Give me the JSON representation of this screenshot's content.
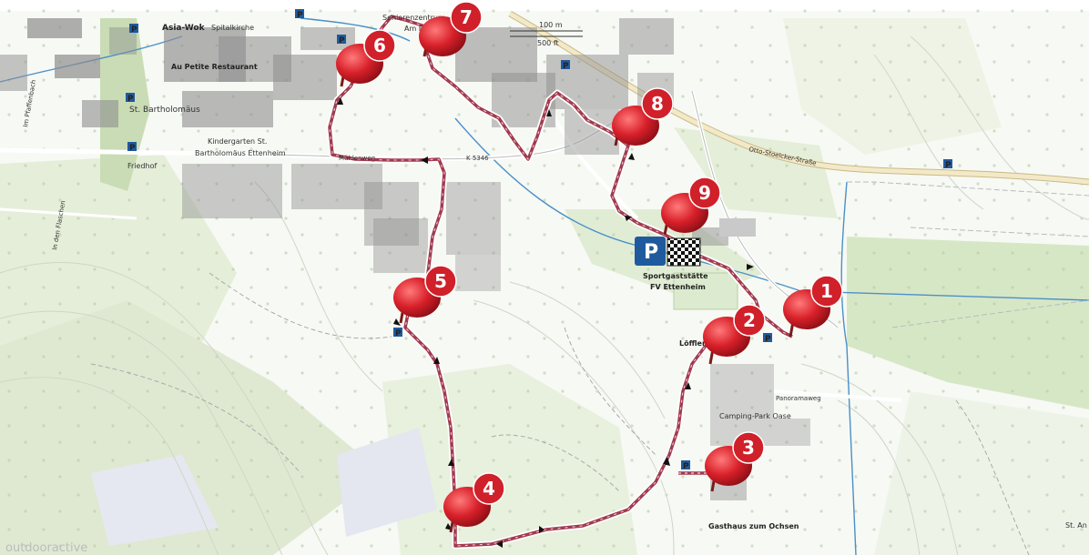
{
  "map": {
    "colors": {
      "route": "#a23a4e",
      "pin": "#d0202a",
      "parking": "#1f5a9e",
      "water": "#4a90c8",
      "forest": "#dbe9c9",
      "meadow": "#eef4e6",
      "road_major": "#d8c79a",
      "building": "#8d8d8d"
    },
    "places": {
      "asia_wok": "Asia-Wok",
      "spitalkirche": "Spitalkirche",
      "au_petite": "Au Petite Restaurant",
      "st_bartholomaus": "St. Bartholomäus",
      "kindergarten": "Kindergarten St.",
      "kindergarten2": "Bartholomäus Ettenheim",
      "friedhof": "Friedhof",
      "seniorenzentrum": "Seniorenzentrum",
      "am_ett": "Am Ett",
      "muhlenweg": "Mühlenweg",
      "k5346": "K 5346",
      "otto_street": "Otto-Stoelcker-Straße",
      "sportgaststatte": "Sportgaststätte",
      "fv_ettenheim": "FV Ettenheim",
      "lofflers": "Löffler's Park",
      "camping": "Camping-Park Oase",
      "panoramaweg": "Panoramaweg",
      "gasthaus": "Gasthaus zum Ochsen",
      "st_an": "St. An",
      "im_pfaffenbach": "Im Pfaffenbach",
      "in_flaeschen": "In den Flaschen",
      "scale_m": "100 m",
      "scale_ft": "500 ft",
      "watermark": "outdooractive"
    },
    "parking_label": "P",
    "pins": [
      {
        "num": "1",
        "icon": "map-pin-icon"
      },
      {
        "num": "2",
        "icon": "map-pin-icon"
      },
      {
        "num": "3",
        "icon": "map-pin-icon"
      },
      {
        "num": "4",
        "icon": "map-pin-icon"
      },
      {
        "num": "5",
        "icon": "map-pin-icon"
      },
      {
        "num": "6",
        "icon": "map-pin-icon"
      },
      {
        "num": "7",
        "icon": "map-pin-icon"
      },
      {
        "num": "8",
        "icon": "map-pin-icon"
      },
      {
        "num": "9",
        "icon": "map-pin-icon"
      }
    ],
    "start_end_icons": [
      "parking-icon",
      "checkered-flag-icon"
    ]
  }
}
